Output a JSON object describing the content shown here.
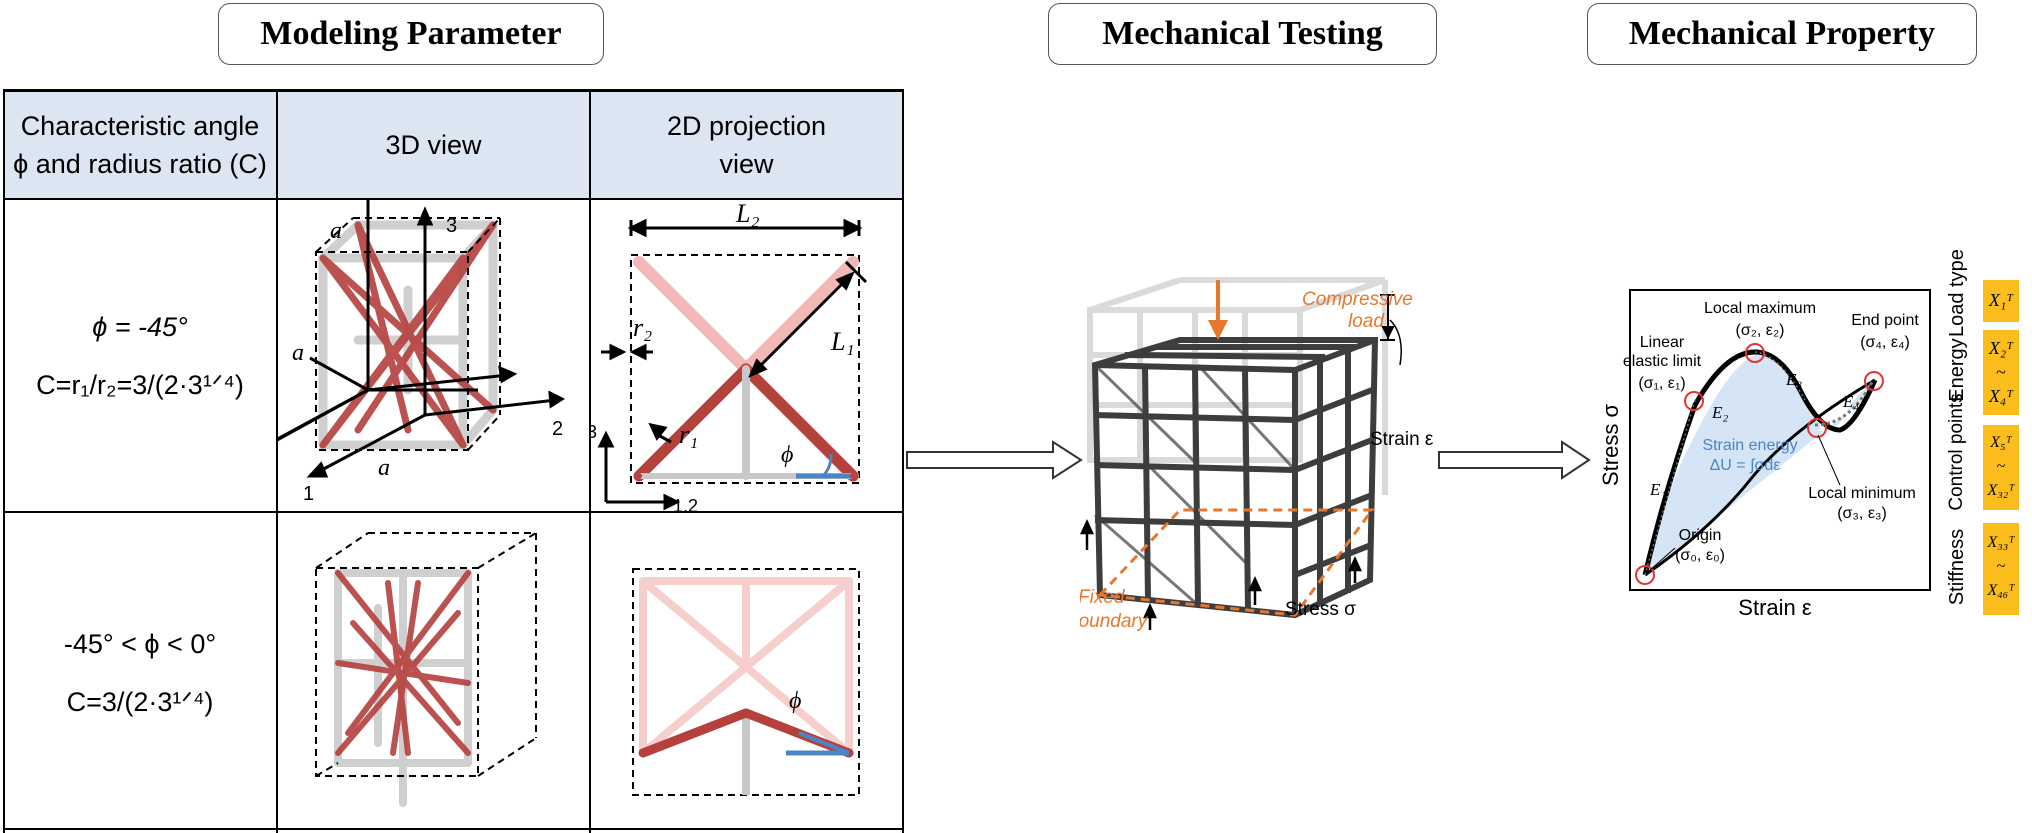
{
  "section_titles": {
    "modeling": "Modeling Parameter",
    "testing": "Mechanical Testing",
    "property": "Mechanical Property"
  },
  "table": {
    "headers": [
      "Characteristic angle ϕ and radius ratio (C)",
      "3D view",
      "2D projection view"
    ],
    "rows": [
      {
        "line1": "ϕ = -45°",
        "line2": "C=r₁/r₂=3/(2·3¹ᐟ⁴)"
      },
      {
        "line1": "-45° < ϕ < 0°",
        "line2": "C=3/(2·3¹ᐟ⁴)"
      }
    ]
  },
  "view3d_labels": {
    "a_top": "a",
    "a_left": "a",
    "a_bottom": "a",
    "axis1": "1",
    "axis2": "2",
    "axis3": "3"
  },
  "view2d_labels": {
    "L2": "L₂",
    "L1": "L₁",
    "r2": "r₂",
    "r1": "r₁",
    "phi": "ϕ",
    "axis3": "3",
    "axis12": "1,2",
    "phi_row2": "ϕ"
  },
  "testing_labels": {
    "compressive_load_1": "Compressive",
    "compressive_load_2": "load",
    "strain": "Strain ε",
    "stress": "Stress σ",
    "fixed_1": "Fixed",
    "fixed_2": "boundary"
  },
  "property_chart": {
    "x_label": "Strain ε",
    "y_label": "Stress σ",
    "annotations": {
      "local_max_1": "Local maximum",
      "local_max_2": "(σ₂, ε₂)",
      "end_point_1": "End point",
      "end_point_2": "(σ₄, ε₄)",
      "linear_1": "Linear",
      "linear_2": "elastic limit",
      "linear_3": "(σ₁, ε₁)",
      "E1": "E₁",
      "E2": "E₂",
      "E3": "E₃",
      "E4": "E₄",
      "strain_energy": "Strain energy",
      "delta_u": "ΔU = ∫σdε",
      "local_min_1": "Local minimum",
      "local_min_2": "(σ₃, ε₃)",
      "origin_1": "Origin",
      "origin_2": "(σ₀, ε₀)"
    },
    "features": [
      {
        "label": "Load type",
        "range": [
          "X₁ᵀ"
        ]
      },
      {
        "label": "Energy",
        "range": [
          "X₂ᵀ",
          "~",
          "X₄ᵀ"
        ]
      },
      {
        "label": "Control points",
        "range": [
          "X₅ᵀ",
          "~",
          "X₃₂ᵀ"
        ]
      },
      {
        "label": "Stiffness",
        "range": [
          "X₃₃ᵀ",
          "~",
          "X₄₆ᵀ"
        ]
      }
    ]
  },
  "colors": {
    "strut_red": "#b5403c",
    "header_bg": "#dce6f2",
    "orange": "#e8772e",
    "blue": "#4a86c5",
    "tag": "#fbbd1b",
    "energy_fill": "#d5e5f5"
  }
}
